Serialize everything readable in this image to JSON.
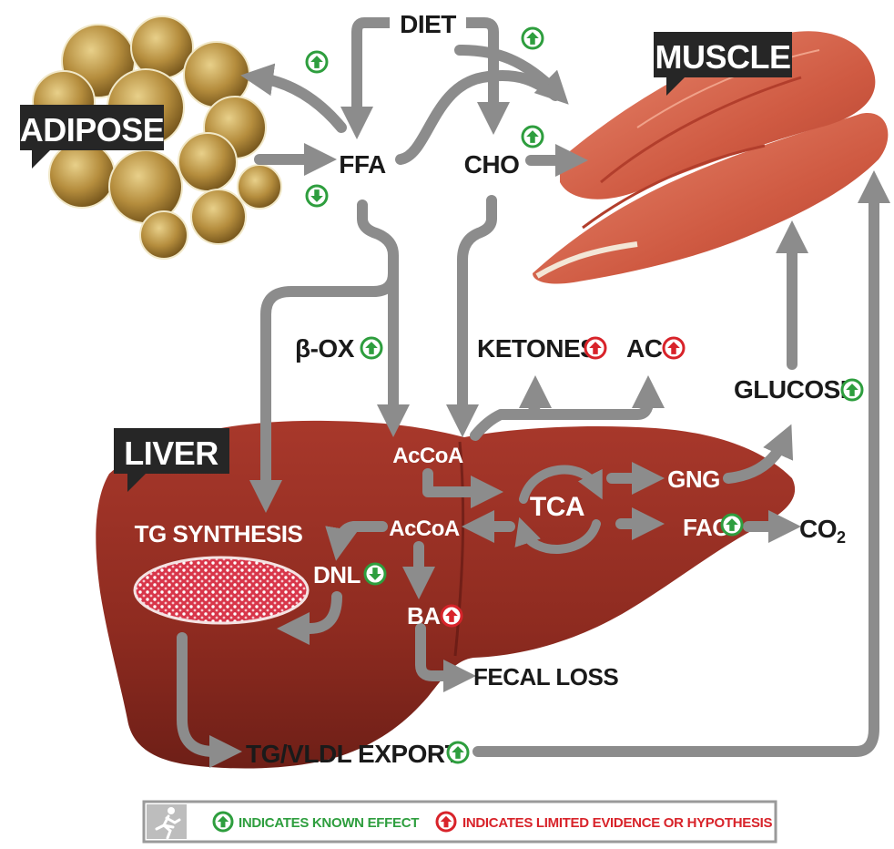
{
  "tags": {
    "adipose": "ADIPOSE",
    "muscle": "MUSCLE",
    "liver": "LIVER"
  },
  "nodes": {
    "diet": "DIET",
    "ffa": "FFA",
    "cho": "CHO",
    "beta_ox": "β-OX",
    "ketones": "KETONES",
    "ac": "AC",
    "glucose": "GLUCOSE",
    "accoa_top": "AcCoA",
    "accoa_bottom": "AcCoA",
    "tca": "TCA",
    "gng": "GNG",
    "fao": "FAO",
    "co2": "CO",
    "co2_sub": "2",
    "tg_synthesis": "TG SYNTHESIS",
    "dnl": "DNL",
    "ba": "BA",
    "fecal_loss": "FECAL LOSS",
    "tg_vldl_export": "TG/VLDL EXPORT"
  },
  "legend": {
    "known_effect": "INDICATES KNOWN EFFECT",
    "limited_evidence": "INDICATES LIMITED EVIDENCE OR HYPOTHESIS"
  },
  "colors": {
    "arrow": "#8c8c8c",
    "known": "#2e9e3e",
    "limited": "#d8232a",
    "tag_bg": "#262626",
    "liver": "#8e2b20",
    "muscle": "#d96a52",
    "fat": "#b58d3d"
  },
  "icons": {
    "up_green": "arrow-up-icon",
    "down_green": "arrow-down-icon",
    "up_red": "arrow-up-icon",
    "runner": "runner-icon"
  }
}
